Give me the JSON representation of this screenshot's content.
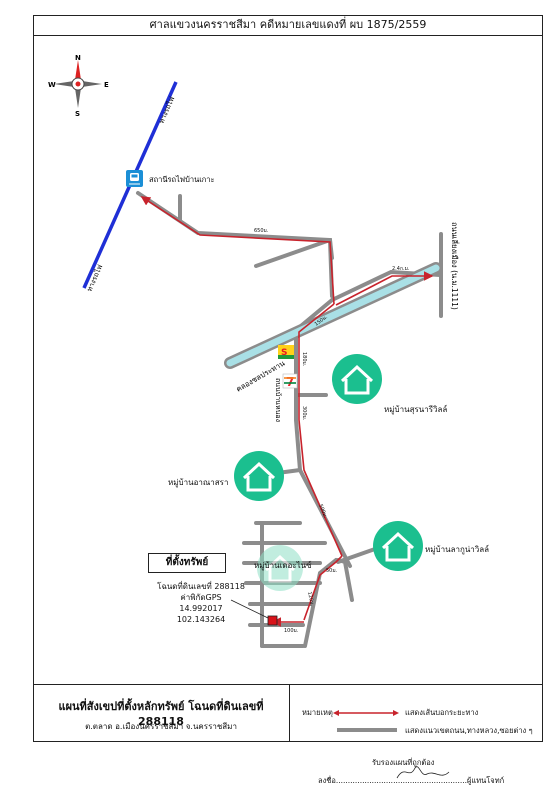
{
  "header_title": "ศาลแขวงนครราชสีมา คดีหมายเลขแดงที่ ผบ 1875/2559",
  "compass": {
    "north": "N",
    "south": "S",
    "east": "E",
    "west": "W"
  },
  "labels": {
    "railway_1": "ทางรถไฟ",
    "railway_2": "ทางรถไฟ",
    "station": "สถานีรถไฟบ้านเกาะ",
    "highway": "ถนนเลี่ยงเมือง (น.ม.1111)",
    "canal": "คลองชลประทาน",
    "road_nong": "ถนนบ้านหนอง",
    "village_1": "หมู่บ้านสุรนารีวิลล์",
    "village_2": "หมู่บ้านอาณาสรา",
    "village_3": "หมู่บ้านลากูน่าวิลล์",
    "village_4": "หมู่บ้านเดอะไนซ์"
  },
  "distances": {
    "d1": "650ม.",
    "d2": "2.4ก.ม.",
    "d3": "150ม.",
    "d4": "180ม.",
    "d5": "300ม.",
    "d6": "500ม.",
    "d7": "50ม.",
    "d8": "120ม.",
    "d9": "100ม."
  },
  "property": {
    "title": "ที่ตั้งทรัพย์",
    "deed": "โฉนดที่ดินเลขที่ 288118",
    "gps_label": "ค่าพิกัดGPS",
    "lat": "14.992017",
    "lon": "102.143264"
  },
  "legend": {
    "map_title": "แผนที่สังเขปที่ตั้งหลักทรัพย์ โฉนดที่ดินเลขที่ 288118",
    "location": "ต.ตลาด  อ.เมืองนครราชสีมา  จ.นครราชสีมา",
    "note_label": "หมายเหตุ",
    "route_label": "แสดงเส้นบอกระยะทาง",
    "road_label": "แสดงแนวเขตถนน,ทางหลวง,ซอยต่าง ๆ"
  },
  "certify": {
    "line1": "รับรองแผนที่ถูกต้อง",
    "sign": "ลงชื่อ.......................................................ผู้แทนโจทก์"
  },
  "colors": {
    "road": "#8c8c8c",
    "route": "#c8232c",
    "railway": "#1f2fd6",
    "canal": "#a9e0e6",
    "village": "#1bbf8f",
    "property": "#d9131a"
  }
}
